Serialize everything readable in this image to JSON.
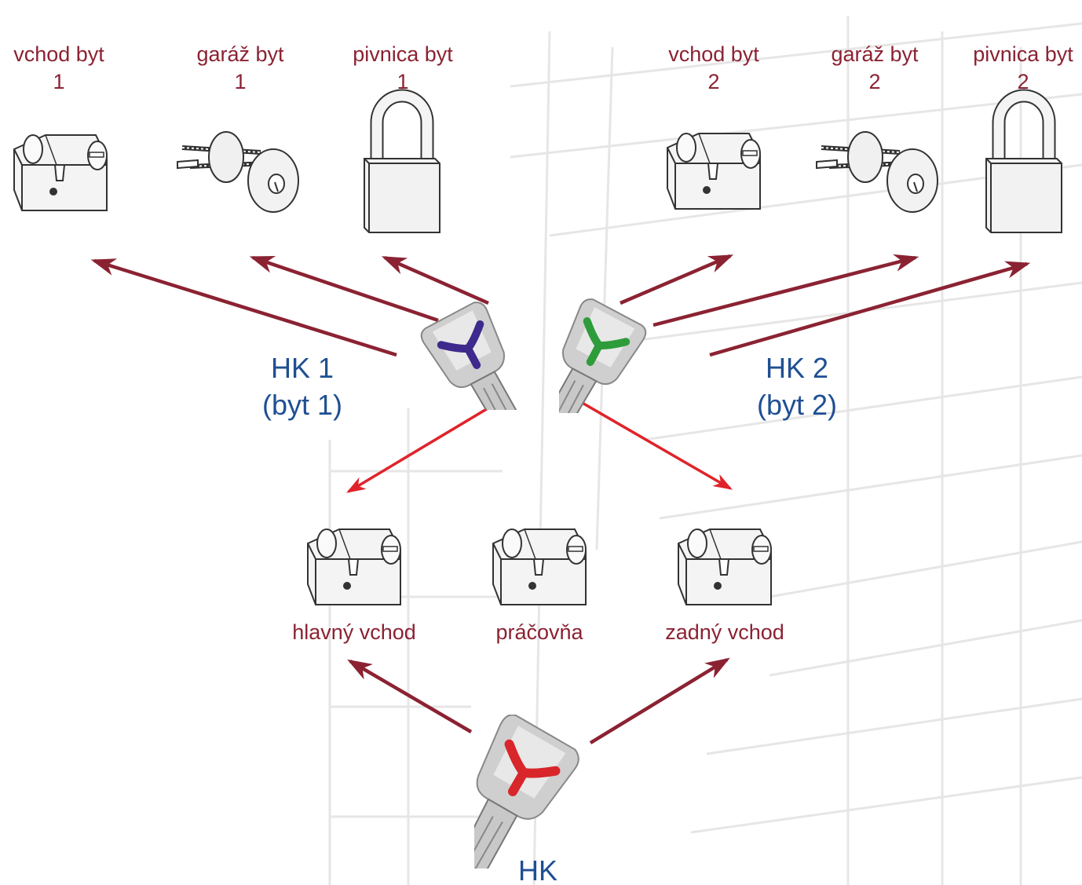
{
  "locks_top": [
    {
      "name": "vchod byt",
      "num": "1",
      "type": "cylinder"
    },
    {
      "name": "garáž byt",
      "num": "1",
      "type": "rim"
    },
    {
      "name": "pivnica byt",
      "num": "1",
      "type": "padlock"
    },
    {
      "name": "vchod byt",
      "num": "2",
      "type": "cylinder"
    },
    {
      "name": "garáž byt",
      "num": "2",
      "type": "rim"
    },
    {
      "name": "pivnica byt",
      "num": "2",
      "type": "padlock"
    }
  ],
  "locks_common": [
    {
      "label": "hlavný vchod",
      "type": "cylinder"
    },
    {
      "label": "práčovňa",
      "type": "cylinder"
    },
    {
      "label": "zadný vchod",
      "type": "cylinder"
    }
  ],
  "keys": {
    "hk1": {
      "line1": "HK 1",
      "line2": "(byt 1)",
      "color": "#3d2a8c"
    },
    "hk2": {
      "line1": "HK 2",
      "line2": "(byt 2)",
      "color": "#2e9c3a"
    },
    "hk": {
      "line1": "HK",
      "color": "#d8262a"
    }
  },
  "colors": {
    "lock_label": "#8b2232",
    "key_label": "#1f4f93",
    "arrow_dark": "#8b2232",
    "arrow_red": "#e0232a"
  }
}
